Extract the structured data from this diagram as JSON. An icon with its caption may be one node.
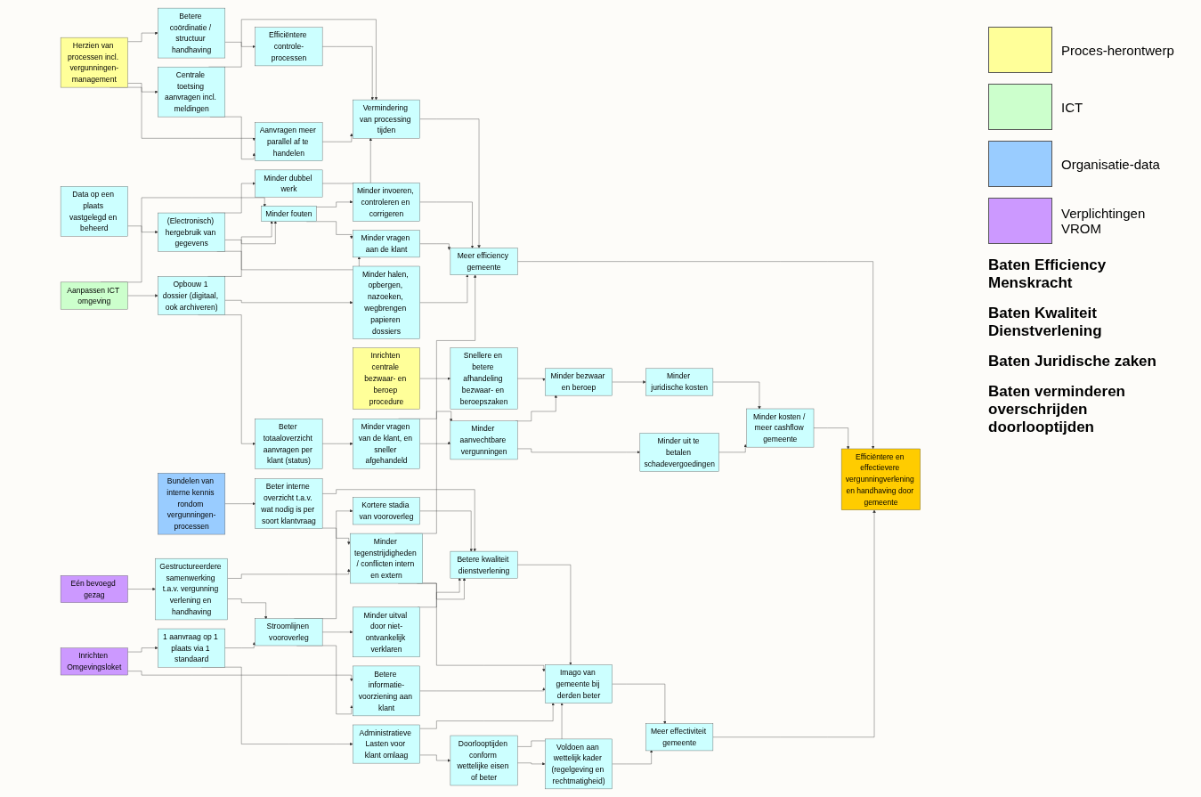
{
  "diagram": {
    "nodes": [
      {
        "text": [
          "Herzien van processen incl. vergunningen-management"
        ]
      },
      {
        "text": [
          "Data op een plaats vastgelegd en beheerd"
        ]
      },
      {
        "text": [
          "Inrichten centrale bezwaar- en beroep procedure"
        ]
      },
      {
        "text": [
          "Aanpassen ICT omgeving"
        ]
      },
      {
        "text": [
          "Bundelen van interne kennis rondom vergunningen-processen"
        ]
      },
      {
        "text": [
          "Eén bevoegd gezag"
        ]
      },
      {
        "text": [
          "Inrichten Omgevingsloket"
        ]
      },
      {
        "text": [
          "Betere coördinatie / structuur handhaving"
        ]
      },
      {
        "text": [
          "Centrale toetsing aanvragen incl. meldingen"
        ]
      },
      {
        "text": [
          "Opbouw 1 dossier (digitaal, ook archiveren)"
        ]
      },
      {
        "text": [
          "Snellere en betere afhandeling bezwaar- en beroepszaken"
        ]
      },
      {
        "text": [
          "Beter interne overzicht t.a.v. wat nodig is per soort klantvraag"
        ]
      },
      {
        "text": [
          "Gestructureerdere samenwerking t.a.v. vergunning verlening en handhaving"
        ]
      },
      {
        "text": [
          "Kortere stadia van vooroverleg"
        ]
      },
      {
        "text": [
          "Minder uitval door niet-ontvankelijk verklaren"
        ]
      },
      {
        "text": [
          "Stroomlijnen vooroverleg"
        ]
      },
      {
        "text": [
          "1 aanvraag op 1 plaats via 1 standaard"
        ]
      },
      {
        "text": [
          "Efficiëntere controle-processen"
        ]
      },
      {
        "text": [
          "Aanvragen meer parallel af te handelen"
        ]
      },
      {
        "text": [
          "Minder fouten"
        ]
      },
      {
        "text": [
          "(Electronisch) hergebruik van gegevens"
        ]
      },
      {
        "text": [
          "Minder dubbel werk"
        ]
      },
      {
        "text": [
          "Beter totaaloverzicht aanvragen per klant (status)"
        ]
      },
      {
        "text": [
          "Betere kwaliteit dienstverlening"
        ]
      },
      {
        "text": [
          "Minder tegenstrijdigheden / conflicten intern en extern"
        ]
      },
      {
        "text": [
          "Betere informatie-voorziening aan klant"
        ]
      },
      {
        "text": [
          "Administratieve Lasten voor klant omlaag"
        ]
      },
      {
        "text": [
          "Vermindering van processing tijden"
        ]
      },
      {
        "text": [
          "Minder invoeren, controleren en corrigeren"
        ]
      },
      {
        "text": [
          "Minder vragen aan de klant"
        ]
      },
      {
        "text": [
          "Minder halen, opbergen, nazoeken, wegbrengen papieren dossiers"
        ]
      },
      {
        "text": [
          "Minder vragen van de klant, en sneller afgehandeld"
        ]
      },
      {
        "text": [
          "Minder aanvechtbare vergunningen"
        ]
      },
      {
        "text": [
          "Minder bezwaar en beroep"
        ]
      },
      {
        "text": [
          "Minder juridische kosten"
        ]
      },
      {
        "text": [
          "Imago van gemeente bij derden beter"
        ]
      },
      {
        "text": [
          "Doorlooptijden conform wettelijke eisen of beter"
        ]
      },
      {
        "text": [
          "Meer efficiency gemeente"
        ]
      },
      {
        "text": [
          "Minder uit te betalen schadevergoedingen"
        ]
      },
      {
        "text": [
          "Minder kosten / meer cashflow gemeente"
        ]
      },
      {
        "text": [
          "Meer effectiviteit gemeente"
        ]
      },
      {
        "text": [
          "Voldoen aan wettelijk kader (regelgeving en rechtmatigheid)"
        ]
      },
      {
        "text": [
          "Efficiëntere en effectievere vergunningverlening en handhaving door gemeente"
        ]
      }
    ],
    "edges": [
      {
        "from": 0,
        "to": 7,
        "arrow": "to"
      },
      {
        "from": 0,
        "to": 8,
        "arrow": "to"
      },
      {
        "from": 0,
        "to": 18,
        "arrow": "to"
      },
      {
        "from": 1,
        "to": 20,
        "arrow": "to"
      },
      {
        "from": 2,
        "to": 10,
        "arrow": "to"
      },
      {
        "from": 3,
        "to": 9,
        "arrow": "to"
      },
      {
        "from": 3,
        "to": 19,
        "arrow": "to"
      },
      {
        "from": 4,
        "to": 11,
        "arrow": "to"
      },
      {
        "from": 5,
        "to": 12,
        "arrow": "to"
      },
      {
        "from": 6,
        "to": 16,
        "arrow": "to"
      },
      {
        "from": 6,
        "to": 25,
        "arrow": "to"
      },
      {
        "from": 7,
        "to": 17,
        "arrow": "to"
      },
      {
        "from": 8,
        "to": 27,
        "arrow": "to"
      },
      {
        "from": 8,
        "to": 18,
        "arrow": "to"
      },
      {
        "from": 9,
        "to": 19,
        "arrow": "to"
      },
      {
        "from": 9,
        "to": 22,
        "arrow": "to"
      },
      {
        "from": 9,
        "to": 30,
        "arrow": "to"
      },
      {
        "from": 10,
        "to": 33,
        "arrow": "to"
      },
      {
        "from": 11,
        "to": 23,
        "arrow": "to"
      },
      {
        "from": 11,
        "to": 24,
        "arrow": "to"
      },
      {
        "from": 12,
        "to": 24,
        "arrow": "to"
      },
      {
        "from": 12,
        "to": 15,
        "arrow": "to"
      },
      {
        "from": 15,
        "to": 13,
        "arrow": "to"
      },
      {
        "from": 15,
        "to": 14,
        "arrow": "to"
      },
      {
        "from": 16,
        "to": 15,
        "arrow": "to"
      },
      {
        "from": 13,
        "to": 23,
        "arrow": "to"
      },
      {
        "from": 14,
        "to": 23,
        "arrow": "to"
      },
      {
        "from": 15,
        "to": 25,
        "arrow": "to"
      },
      {
        "from": 16,
        "to": 26,
        "arrow": "to"
      },
      {
        "from": 17,
        "to": 27,
        "arrow": "to"
      },
      {
        "from": 18,
        "to": 27,
        "arrow": "to"
      },
      {
        "from": 19,
        "to": 28,
        "arrow": "to"
      },
      {
        "from": 19,
        "to": 29,
        "arrow": "to"
      },
      {
        "from": 20,
        "to": 19,
        "arrow": "to"
      },
      {
        "from": 20,
        "to": 21,
        "arrow": "to"
      },
      {
        "from": 20,
        "to": 29,
        "arrow": "to"
      },
      {
        "from": 21,
        "to": 27,
        "arrow": "to"
      },
      {
        "from": 22,
        "to": 31,
        "arrow": "to"
      },
      {
        "from": 24,
        "to": 23,
        "arrow": "to"
      },
      {
        "from": 23,
        "to": 35,
        "arrow": "to"
      },
      {
        "from": 24,
        "to": 32,
        "arrow": "to"
      },
      {
        "from": 24,
        "to": 35,
        "arrow": "to"
      },
      {
        "from": 25,
        "to": 35,
        "arrow": "to"
      },
      {
        "from": 26,
        "to": 35,
        "arrow": "to"
      },
      {
        "from": 26,
        "to": 36,
        "arrow": "to"
      },
      {
        "from": 27,
        "to": 37,
        "arrow": "to"
      },
      {
        "from": 28,
        "to": 37,
        "arrow": "to"
      },
      {
        "from": 29,
        "to": 37,
        "arrow": "to"
      },
      {
        "from": 30,
        "to": 37,
        "arrow": "to"
      },
      {
        "from": 31,
        "to": 37,
        "arrow": "to"
      },
      {
        "from": 31,
        "to": 32,
        "arrow": "to"
      },
      {
        "from": 32,
        "to": 38,
        "arrow": "to"
      },
      {
        "from": 32,
        "to": 33,
        "arrow": "to"
      },
      {
        "from": 33,
        "to": 34,
        "arrow": "to"
      },
      {
        "from": 34,
        "to": 39,
        "arrow": "to"
      },
      {
        "from": 38,
        "to": 39,
        "arrow": "to"
      },
      {
        "from": 35,
        "to": 40,
        "arrow": "to"
      },
      {
        "from": 36,
        "to": 35,
        "arrow": "to"
      },
      {
        "from": 36,
        "to": 41,
        "arrow": "to"
      },
      {
        "from": 41,
        "to": 40,
        "arrow": "to"
      },
      {
        "from": 37,
        "to": 42,
        "arrow": "to"
      },
      {
        "from": 39,
        "to": 42,
        "arrow": "to"
      },
      {
        "from": 40,
        "to": 42,
        "arrow": "to"
      }
    ],
    "labels": [
      "Baten Efficiency Menskracht",
      "Baten Kwaliteit Dienstverlening",
      "Baten Juridische zaken",
      "Baten verminderen overschrijden doorlooptijden"
    ],
    "legend": [
      {
        "text": "Proces-herontwerp",
        "color": "#ffff99"
      },
      {
        "text": "ICT",
        "color": "#ccffcc"
      },
      {
        "text": "Organisatie-data",
        "color": "#99ccff"
      },
      {
        "text": "Verplichtingen VROM",
        "color": "#cc99ff"
      }
    ]
  }
}
